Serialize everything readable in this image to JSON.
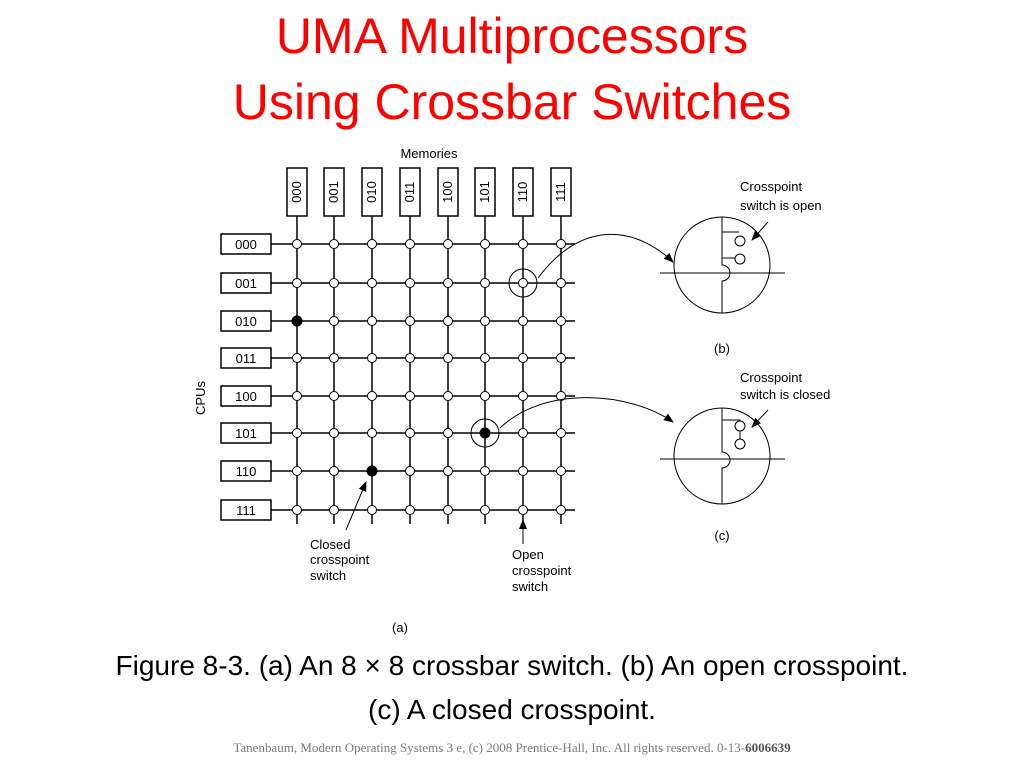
{
  "slide": {
    "title_line1": "UMA Multiprocessors",
    "title_line2": "Using Crossbar Switches",
    "caption_line1": "Figure 8-3. (a) An 8 × 8 crossbar switch. (b) An open crosspoint.",
    "caption_line2": "(c) A closed crosspoint.",
    "footer_text": "Tanenbaum, Modern Operating Systems 3 e, (c) 2008 Prentice-Hall, Inc. All rights reserved. 0-13-",
    "footer_bold": "6006639"
  },
  "diagram": {
    "memories_label": "Memories",
    "cpus_label": "CPUs",
    "memory_labels": [
      "000",
      "001",
      "010",
      "011",
      "100",
      "101",
      "110",
      "111"
    ],
    "cpu_labels": [
      "000",
      "001",
      "010",
      "011",
      "100",
      "101",
      "110",
      "111"
    ],
    "closed_crosspoints": [
      {
        "cpu": "010",
        "memory": "000"
      },
      {
        "cpu": "101",
        "memory": "101"
      },
      {
        "cpu": "110",
        "memory": "010"
      }
    ],
    "closed_label": [
      "Closed",
      "crosspoint",
      "switch"
    ],
    "open_label": [
      "Open",
      "crosspoint",
      "switch"
    ],
    "part_a": "(a)",
    "detail_b": {
      "label": "(b)",
      "text": [
        "Crosspoint",
        "switch is open"
      ]
    },
    "detail_c": {
      "label": "(c)",
      "text": [
        "Crosspoint",
        "switch is closed"
      ]
    }
  }
}
